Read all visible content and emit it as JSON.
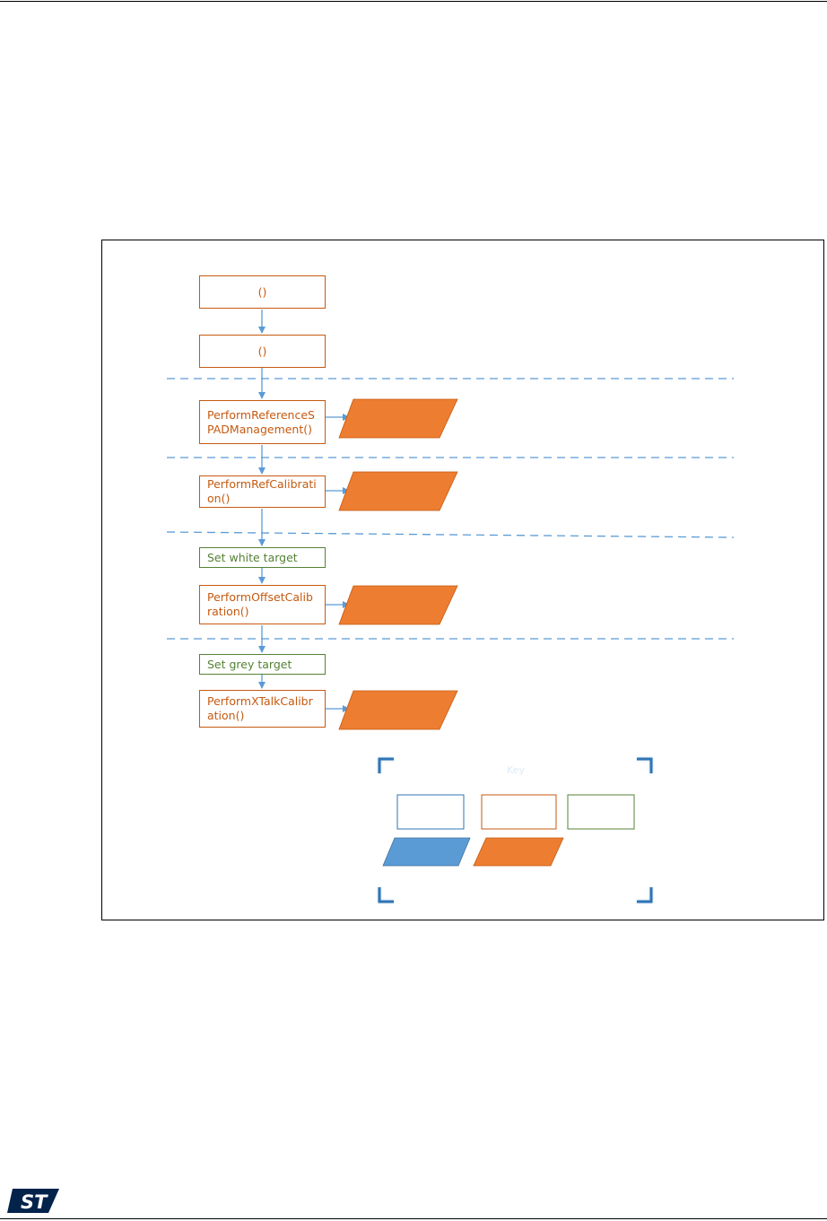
{
  "diagram": {
    "steps": [
      {
        "id": "step-1",
        "label": "()",
        "kind": "api"
      },
      {
        "id": "step-2",
        "label": "()",
        "kind": "api"
      },
      {
        "id": "step-3",
        "label": "PerformReferenceSPADManagement()",
        "kind": "api"
      },
      {
        "id": "step-4",
        "label": "PerformRefCalibration()",
        "kind": "api"
      },
      {
        "id": "step-5",
        "label": "Set white target",
        "kind": "user"
      },
      {
        "id": "step-6",
        "label": "PerformOffsetCalibration()",
        "kind": "api"
      },
      {
        "id": "step-7",
        "label": "Set grey target",
        "kind": "user"
      },
      {
        "id": "step-8",
        "label": "PerformXTalkCalibration()",
        "kind": "api"
      }
    ],
    "outputs": [
      "step-3",
      "step-4",
      "step-6",
      "step-8"
    ],
    "key": {
      "title": "Key",
      "boxes": [
        "blue",
        "orange",
        "green"
      ],
      "parallelograms": [
        "blue",
        "orange"
      ]
    },
    "colors": {
      "api": "#c55a11",
      "user": "#548235",
      "output_fill": "#ed7d31",
      "arrow": "#5b9bd5",
      "dashed_line": "#5b9bd5",
      "key_blue_fill": "#5b9bd5",
      "key_bracket": "#2e75b6"
    }
  },
  "footer": {
    "logo": "ST"
  }
}
